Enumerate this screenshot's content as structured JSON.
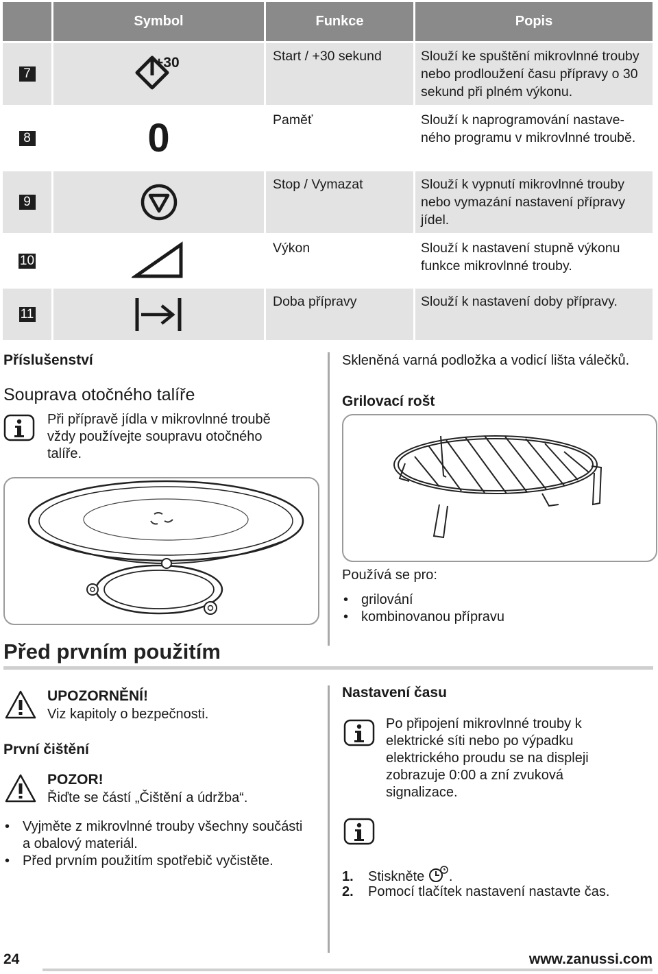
{
  "table": {
    "headers": [
      "Symbol",
      "Funkce",
      "Popis"
    ],
    "rows": [
      {
        "num": "7",
        "icon": "start-plus30-icon",
        "plus": "+30",
        "function": "Start / +30 sekund",
        "description": "Slouží ke spuštění mikrovlnné trou­by nebo prodloužení času přípravy o 30 sekund při plném výkonu."
      },
      {
        "num": "8",
        "icon": "memory-zero-icon",
        "glyph": "0",
        "function": "Paměť",
        "description": "Slouží k naprogramování nastave­ného programu v mikrovlnné troubě."
      },
      {
        "num": "9",
        "icon": "stop-icon",
        "function": "Stop / Vymazat",
        "description": "Slouží k vypnutí mikrovlnné trouby nebo vymazání nastavení přípravy jídel."
      },
      {
        "num": "10",
        "icon": "power-wedge-icon",
        "function": "Výkon",
        "description": "Slouží k nastavení stupně výkonu funkce mikrovlnné trouby."
      },
      {
        "num": "11",
        "icon": "arrow-to-bar-icon",
        "function": "Doba přípravy",
        "description": "Slouží k nastavení doby přípravy."
      }
    ]
  },
  "accessories": {
    "heading": "Příslušenství",
    "subheading": "Souprava otočného talíře",
    "info": "Při přípravě jídla v mikrovlnné troubě vždy používejte soupravu otočného talíře.",
    "glass_text": "Skleněná varná podložka a vodicí lišta válečků.",
    "grill_heading": "Grilovací rošt",
    "used_for": "Používá se pro:",
    "uses": [
      "grilování",
      "kombinovanou přípravu"
    ]
  },
  "first_use": {
    "heading": "Před prvním použitím",
    "warning_title": "UPOZORNĚNÍ!",
    "warning_text": "Viz kapitoly o bezpečnosti.",
    "cleaning_heading": "První čištění",
    "caution_title": "POZOR!",
    "caution_text": "Řiďte se částí „Čištění a údržba“.",
    "steps": [
      "Vyjměte z mikrovlnné trouby všechny součásti a obalový materiál.",
      "Před prvním použitím spotřebič vyčistěte."
    ]
  },
  "time_setting": {
    "heading": "Nastavení času",
    "info": "Po připojení mikrovlnné trouby k elektrické síti nebo po výpadku elektrického proudu se na displeji zobrazuje 0:00 a zní zvuková signalizace.",
    "step1_num": "1.",
    "step1_text": "Stiskněte",
    "step1_end": ".",
    "step2_num": "2.",
    "step2_text": "Pomocí tlačítek nastavení nastavte čas."
  },
  "footer": {
    "page": "24",
    "url": "www.zanussi.com"
  },
  "colors": {
    "header_bg": "#8a8a8a",
    "row_shade": "#e3e3e3",
    "num_box": "#1e1e1e",
    "rule": "#cfcfcf"
  }
}
